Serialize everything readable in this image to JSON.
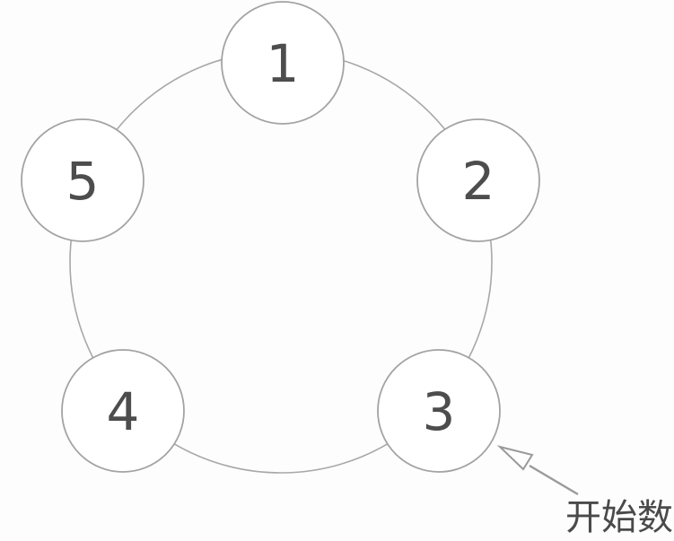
{
  "diagram": {
    "description": "ring of five numbered nodes",
    "node_count": "5"
  },
  "nodes": [
    {
      "label": "1"
    },
    {
      "label": "2"
    },
    {
      "label": "3"
    },
    {
      "label": "4"
    },
    {
      "label": "5"
    }
  ],
  "annotation": {
    "label": "开始数",
    "points_to_node": "3"
  },
  "colors": {
    "background": "#fdfdfd",
    "ring_stroke": "#a8a8a8",
    "node_stroke": "#a3a3a3",
    "node_fill": "#ffffff",
    "digit_text": "#4d4d4d",
    "arrow": "#9a9a9a",
    "annotation_text": "#4a4a4a"
  }
}
